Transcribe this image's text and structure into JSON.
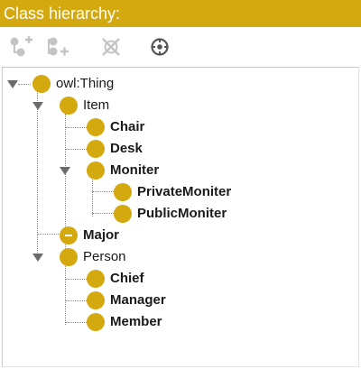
{
  "panel": {
    "title": "Class hierarchy:",
    "accent_color": "#d4a80f"
  },
  "toolbar": {
    "buttons": [
      {
        "icon": "add-subclass-icon",
        "state": "disabled"
      },
      {
        "icon": "add-sibling-class-icon",
        "state": "disabled"
      },
      {
        "icon": "delete-class-icon",
        "state": "disabled"
      },
      {
        "icon": "search-class-icon",
        "state": "enabled"
      }
    ]
  },
  "tree": {
    "root": {
      "label": "owl:Thing",
      "expanded": true
    },
    "item": {
      "label": "Item",
      "expanded": true
    },
    "chair": {
      "label": "Chair"
    },
    "desk": {
      "label": "Desk"
    },
    "moniter": {
      "label": "Moniter",
      "expanded": true
    },
    "private_moniter": {
      "label": "PrivateMoniter"
    },
    "public_moniter": {
      "label": "PublicMoniter"
    },
    "major": {
      "label": "Major",
      "icon": "equivalent-class-icon"
    },
    "person": {
      "label": "Person",
      "expanded": true
    },
    "chief": {
      "label": "Chief"
    },
    "manager": {
      "label": "Manager"
    },
    "member": {
      "label": "Member"
    }
  }
}
